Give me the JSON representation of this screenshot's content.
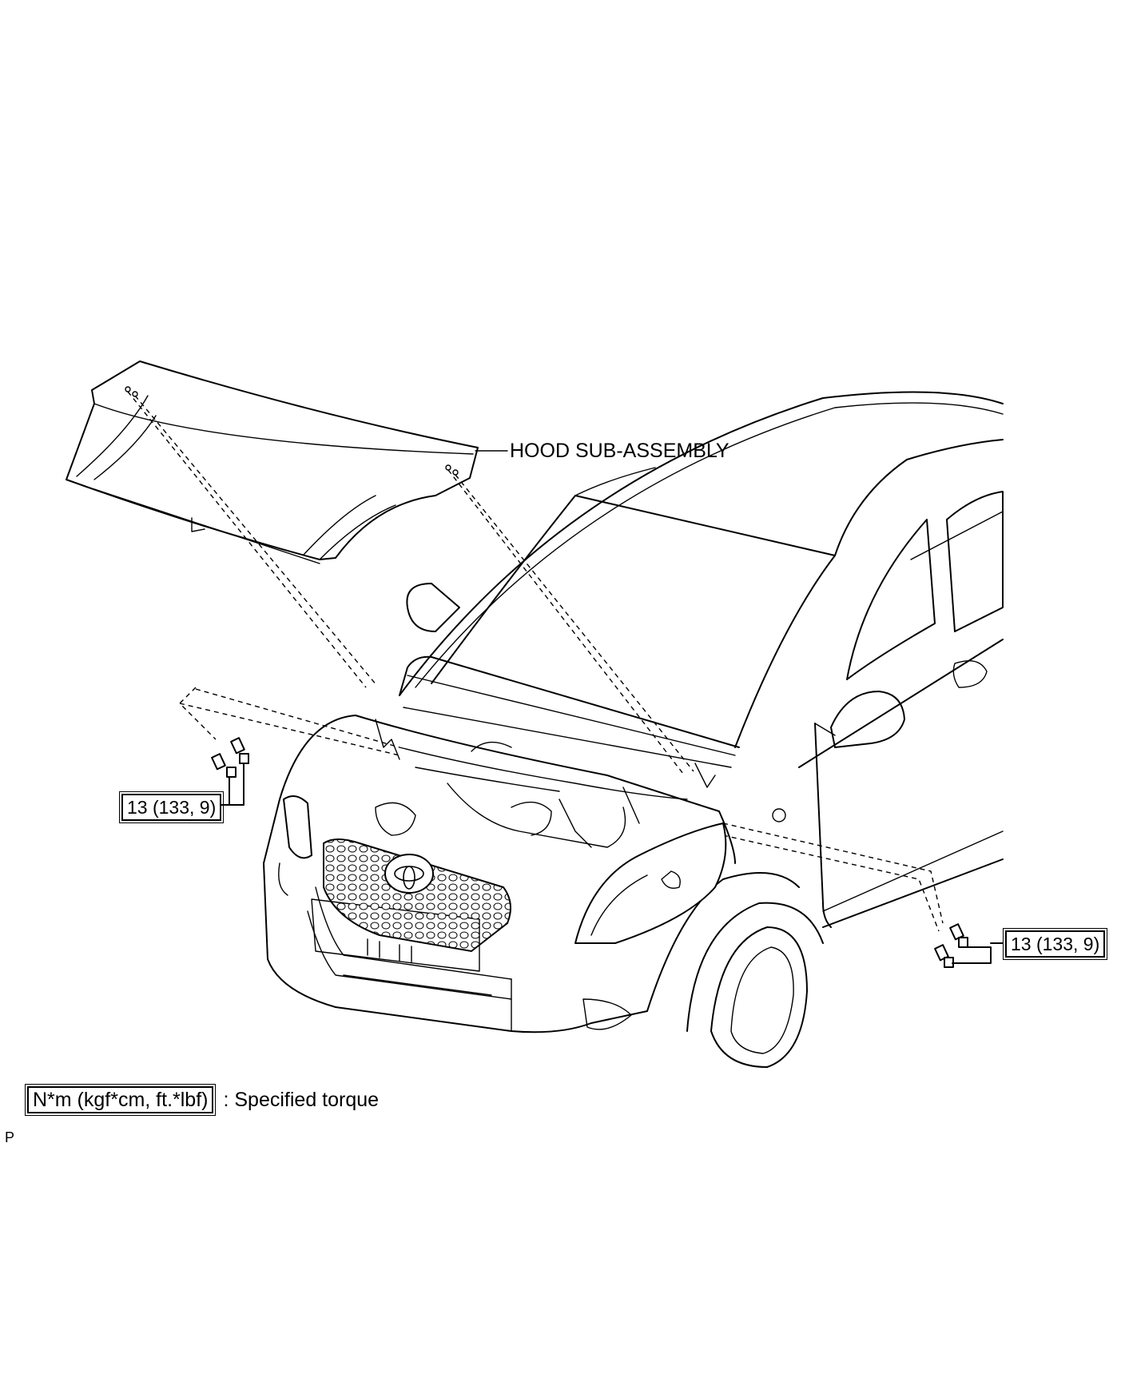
{
  "labels": {
    "hood": "HOOD SUB-ASSEMBLY",
    "torque_left": "13 (133, 9)",
    "torque_right": "13 (133, 9)"
  },
  "legend": {
    "unit_box": "N*m (kgf*cm, ft.*lbf)",
    "description": ": Specified torque"
  },
  "corner_mark": "P",
  "icons": [
    "bolt-icon",
    "toyota-emblem-icon"
  ]
}
